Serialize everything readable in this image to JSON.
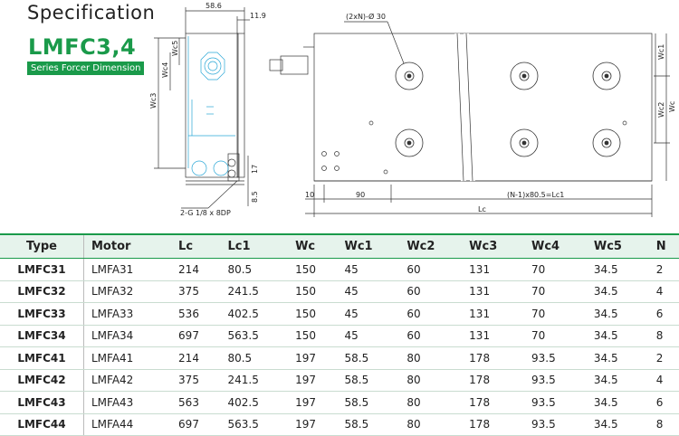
{
  "heading": "Specification",
  "model": "LMFC3,4",
  "subtitle": "Series Forcer Dimension",
  "dims": {
    "w58": "58.6",
    "w119": "11.9",
    "wc5": "Wc5",
    "wc4": "Wc4",
    "wc3": "Wc3",
    "d17": "17",
    "d85": "8.5",
    "port": "2-G 1/8 x 8DP",
    "holes": "(2xN)-Ø 30",
    "wc1": "Wc1",
    "wc2": "Wc2",
    "wc": "Wc",
    "d10": "10",
    "d90": "90",
    "pitch": "(N-1)x80.5=Lc1",
    "lc": "Lc"
  },
  "table": {
    "headers": [
      "Type",
      "Motor",
      "Lc",
      "Lc1",
      "Wc",
      "Wc1",
      "Wc2",
      "Wc3",
      "Wc4",
      "Wc5",
      "N"
    ],
    "rows": [
      [
        "LMFC31",
        "LMFA31",
        "214",
        "80.5",
        "150",
        "45",
        "60",
        "131",
        "70",
        "34.5",
        "2"
      ],
      [
        "LMFC32",
        "LMFA32",
        "375",
        "241.5",
        "150",
        "45",
        "60",
        "131",
        "70",
        "34.5",
        "4"
      ],
      [
        "LMFC33",
        "LMFA33",
        "536",
        "402.5",
        "150",
        "45",
        "60",
        "131",
        "70",
        "34.5",
        "6"
      ],
      [
        "LMFC34",
        "LMFA34",
        "697",
        "563.5",
        "150",
        "45",
        "60",
        "131",
        "70",
        "34.5",
        "8"
      ],
      [
        "LMFC41",
        "LMFA41",
        "214",
        "80.5",
        "197",
        "58.5",
        "80",
        "178",
        "93.5",
        "34.5",
        "2"
      ],
      [
        "LMFC42",
        "LMFA42",
        "375",
        "241.5",
        "197",
        "58.5",
        "80",
        "178",
        "93.5",
        "34.5",
        "4"
      ],
      [
        "LMFC43",
        "LMFA43",
        "563",
        "402.5",
        "197",
        "58.5",
        "80",
        "178",
        "93.5",
        "34.5",
        "6"
      ],
      [
        "LMFC44",
        "LMFA44",
        "697",
        "563.5",
        "197",
        "58.5",
        "80",
        "178",
        "93.5",
        "34.5",
        "8"
      ]
    ]
  }
}
